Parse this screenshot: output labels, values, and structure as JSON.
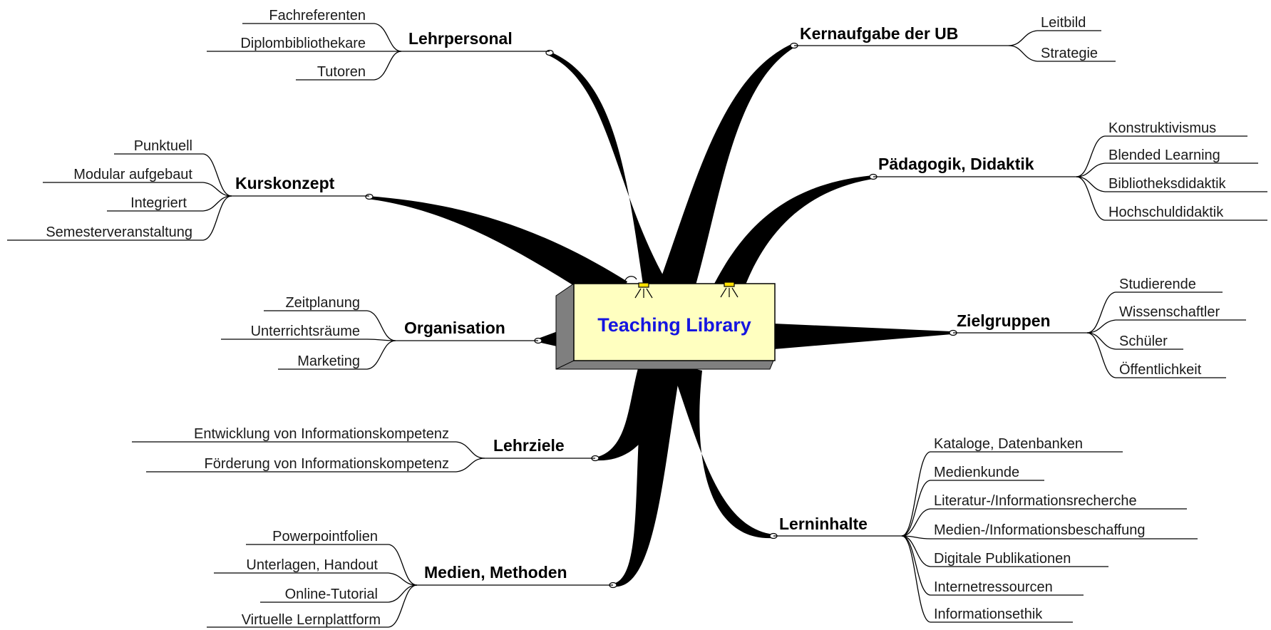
{
  "center": {
    "title": "Teaching Library"
  },
  "branches": [
    {
      "id": "lehrpersonal",
      "label": "Lehrpersonal",
      "items": [
        "Fachreferenten",
        "Diplombibliothekare",
        "Tutoren"
      ]
    },
    {
      "id": "kurskonzept",
      "label": "Kurskonzept",
      "items": [
        "Punktuell",
        "Modular aufgebaut",
        "Integriert",
        "Semesterveranstaltung"
      ]
    },
    {
      "id": "organisation",
      "label": "Organisation",
      "items": [
        "Zeitplanung",
        "Unterrichtsräume",
        "Marketing"
      ]
    },
    {
      "id": "lehrziele",
      "label": "Lehrziele",
      "items": [
        "Entwicklung von Informationskompetenz",
        "Förderung von Informationskompetenz"
      ]
    },
    {
      "id": "medien-methoden",
      "label": "Medien, Methoden",
      "items": [
        "Powerpointfolien",
        "Unterlagen, Handout",
        "Online-Tutorial",
        "Virtuelle Lernplattform"
      ]
    },
    {
      "id": "kernaufgabe",
      "label": "Kernaufgabe der UB",
      "items": [
        "Leitbild",
        "Strategie"
      ]
    },
    {
      "id": "paedagogik",
      "label": "Pädagogik, Didaktik",
      "items": [
        "Konstruktivismus",
        "Blended Learning",
        "Bibliotheksdidaktik",
        "Hochschuldidaktik"
      ]
    },
    {
      "id": "zielgruppen",
      "label": "Zielgruppen",
      "items": [
        "Studierende",
        "Wissenschaftler",
        "Schüler",
        "Öffentlichkeit"
      ]
    },
    {
      "id": "lerninhalte",
      "label": "Lerninhalte",
      "items": [
        "Kataloge, Datenbanken",
        "Medienkunde",
        "Literatur-/Informationsrecherche",
        "Medien-/Informationsbeschaffung",
        "Digitale Publikationen",
        "Internetressourcen",
        "Informationsethik"
      ]
    }
  ],
  "colors": {
    "center_fill": "#ffffc0",
    "center_shadow": "#7f7f7f",
    "center_text": "#1515e0",
    "connector": "#000000",
    "bulb": "#ffe000"
  }
}
